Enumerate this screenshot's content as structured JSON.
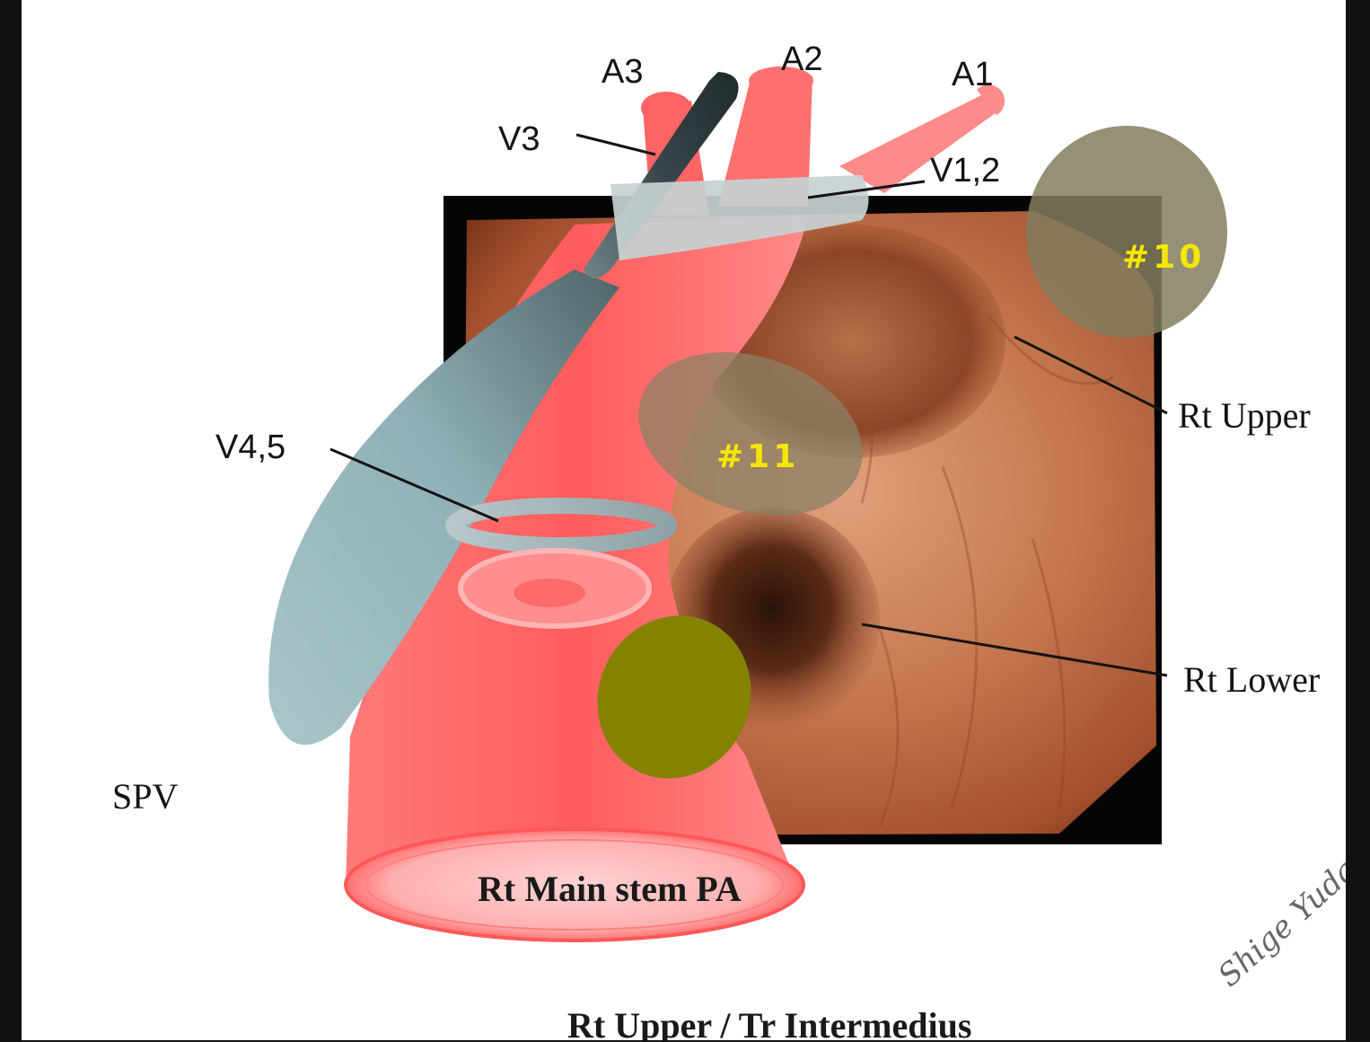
{
  "diagram": {
    "labels": {
      "a3": "A3",
      "a2": "A2",
      "a1": "A1",
      "v3": "V3",
      "v12": "V1,2",
      "v45": "V4,5",
      "node10": "#10",
      "node11": "#11",
      "rt_upper": "Rt Upper",
      "rt_lower": "Rt Lower",
      "spv": "SPV",
      "main_stem": "Rt Main stem PA",
      "caption": "Rt Upper / Tr Intermedius"
    },
    "signature": "Shige Yuda",
    "colors": {
      "artery": "#ff6e6e",
      "vein": "#9ab7bd",
      "vein_dark": "#2e3a3c",
      "lymph_node": "#827c5e",
      "olive_marker": "#838300",
      "node_label": "#f5e800"
    }
  }
}
